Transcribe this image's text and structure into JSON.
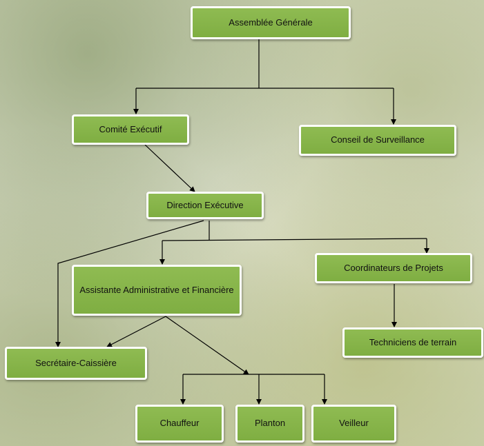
{
  "nodes": {
    "assemblee": "Assemblée Générale",
    "comite": "Comité Exécutif",
    "conseil": "Conseil de Surveillance",
    "direction": "Direction Exécutive",
    "assistante": "Assistante Administrative et Financière",
    "coordinateurs": "Coordinateurs de Projets",
    "techniciens": "Techniciens de terrain",
    "secretaire": "Secrétaire-Caissière",
    "chauffeur": "Chauffeur",
    "planton": "Planton",
    "veilleur": "Veilleur"
  },
  "colors": {
    "box_fill": "#85b449",
    "box_border": "#ffffff",
    "connector": "#000000"
  }
}
